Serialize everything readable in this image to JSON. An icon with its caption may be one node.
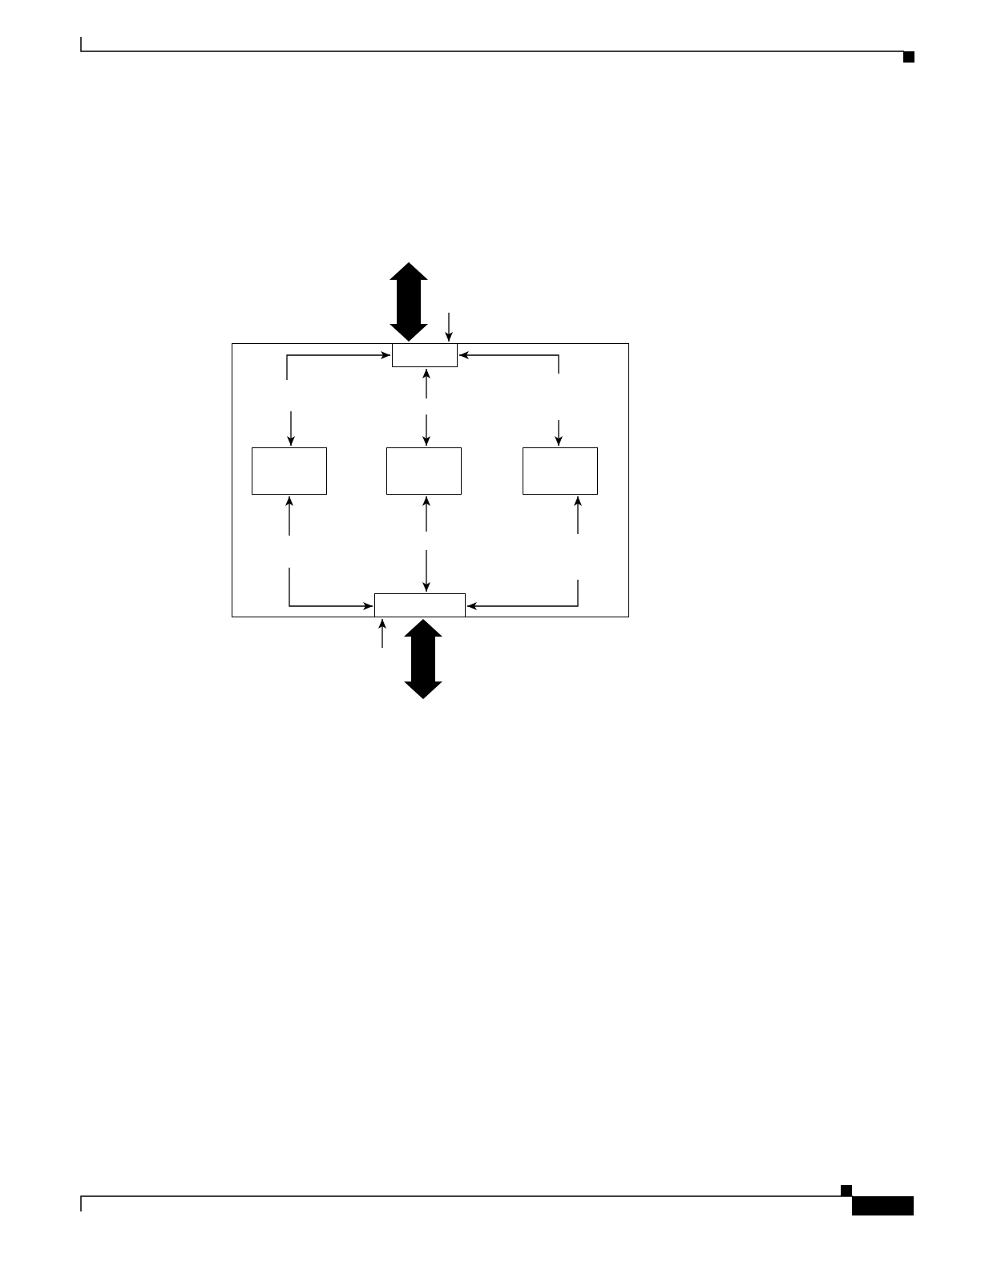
{
  "diagram": {
    "nodes": [
      {
        "text": [],
        "shape": "box"
      },
      {
        "text": [],
        "shape": "box",
        "in": 0
      },
      {
        "text": [],
        "shape": "box",
        "in": 0
      },
      {
        "text": [],
        "shape": "box",
        "in": 0
      },
      {
        "text": [],
        "shape": "box",
        "in": 0
      },
      {
        "text": [],
        "shape": "box",
        "in": 0
      }
    ],
    "edges": [
      {
        "from": null,
        "to": 1,
        "arrow": "both",
        "style": "thick"
      },
      {
        "from": null,
        "to": 1,
        "arrow": "to"
      },
      {
        "from": null,
        "to": 1,
        "arrow": "to"
      },
      {
        "from": null,
        "to": 1,
        "arrow": "to"
      },
      {
        "from": null,
        "to": 1,
        "arrow": "to"
      },
      {
        "from": null,
        "to": 2,
        "arrow": "to"
      },
      {
        "from": null,
        "to": 3,
        "arrow": "to"
      },
      {
        "from": null,
        "to": 4,
        "arrow": "to"
      },
      {
        "from": null,
        "to": 2,
        "arrow": "to"
      },
      {
        "from": null,
        "to": 3,
        "arrow": "to"
      },
      {
        "from": null,
        "to": 4,
        "arrow": "to"
      },
      {
        "from": null,
        "to": 5,
        "arrow": "to"
      },
      {
        "from": null,
        "to": 5,
        "arrow": "to"
      },
      {
        "from": null,
        "to": 5,
        "arrow": "to"
      },
      {
        "from": null,
        "to": 5,
        "arrow": "to"
      },
      {
        "from": 5,
        "to": null,
        "arrow": "both",
        "style": "thick"
      }
    ]
  }
}
